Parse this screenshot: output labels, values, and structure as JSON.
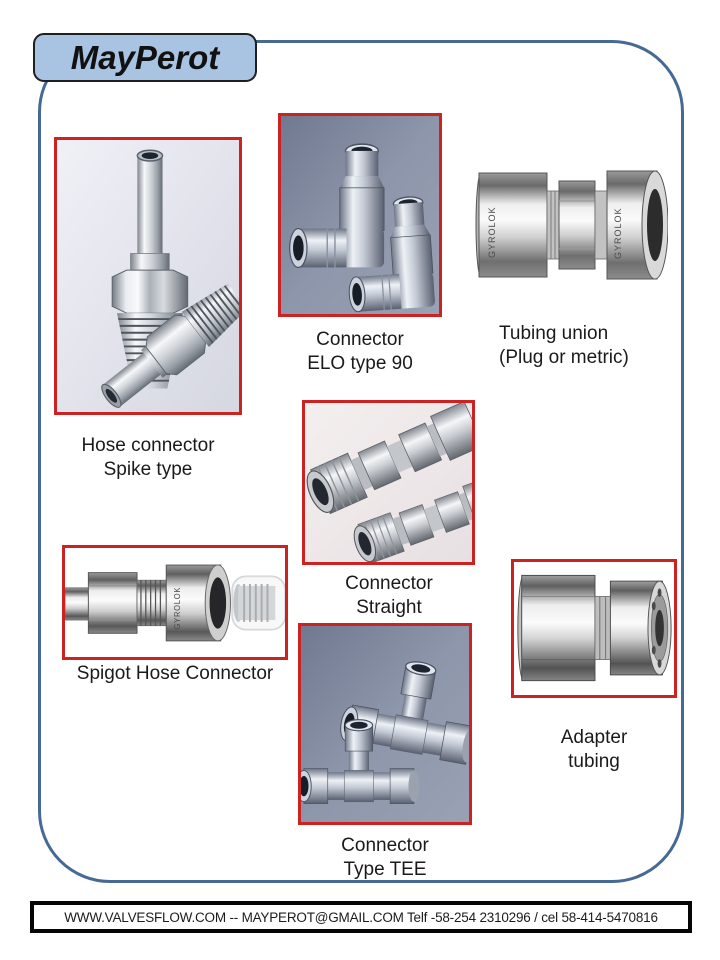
{
  "logo": {
    "text": "MayPerot"
  },
  "products": {
    "hose_spike": {
      "label1": "Hose connector",
      "label2": "Spike type"
    },
    "elo90": {
      "label1": "Connector",
      "label2": "ELO type 90"
    },
    "tubing_union": {
      "label1": "Tubing union",
      "label2": "(Plug or metric)",
      "stamp": "GYROLOK"
    },
    "straight": {
      "label1": "Connector",
      "label2": "Straight"
    },
    "spigot": {
      "label": "Spigot Hose Connector",
      "stamp": "GYROLOK"
    },
    "tee": {
      "label1": "Connector",
      "label2": "Type TEE"
    },
    "adapter": {
      "label1": "Adapter",
      "label2": "tubing"
    }
  },
  "footer": {
    "text": "WWW.VALVESFLOW.COM -- MAYPEROT@GMAIL.COM  Telf -58-254 2310296 / cel 58-414-5470816"
  },
  "colors": {
    "photo_border": "#cc2222",
    "frame_border": "#466a94",
    "logo_bg": "#a9c3e2"
  }
}
